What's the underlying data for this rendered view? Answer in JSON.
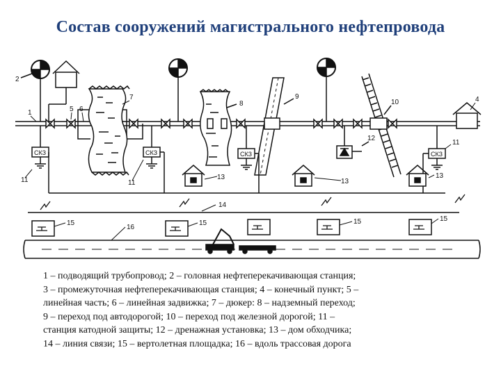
{
  "title": "Состав сооружений магистрального нефтепровода",
  "callouts": {
    "n1": "1",
    "n2": "2",
    "n4": "4",
    "n5": "5",
    "n6": "6",
    "n7": "7",
    "n8": "8",
    "n9": "9",
    "n10": "10",
    "n11a": "11",
    "n11b": "11",
    "n11c": "11",
    "n12": "12",
    "n13a": "13",
    "n13b": "13",
    "n13c": "13",
    "n14": "14",
    "n15a": "15",
    "n15b": "15",
    "n15c": "15",
    "n15d": "15",
    "n16": "16"
  },
  "skz_label": "СКЗ",
  "legend": {
    "lines": [
      "1 – подводящий трубопровод; 2 – головная нефтеперекачивающая станция;",
      "3 – промежуточная нефтеперекачивающая станция; 4 – конечный пункт; 5 –",
      "линейная часть; 6 – линейная задвижка; 7 – дюкер: 8 – надземный переход;",
      "9 – переход под автодорогой; 10 – переход под железной дорогой; 11 –",
      "станция катодной защиты; 12 – дренажная установка; 13 – дом обходчика;",
      "14 – линия связи; 15 – вертолетная площадка; 16 – вдоль трассовая дорога"
    ]
  }
}
